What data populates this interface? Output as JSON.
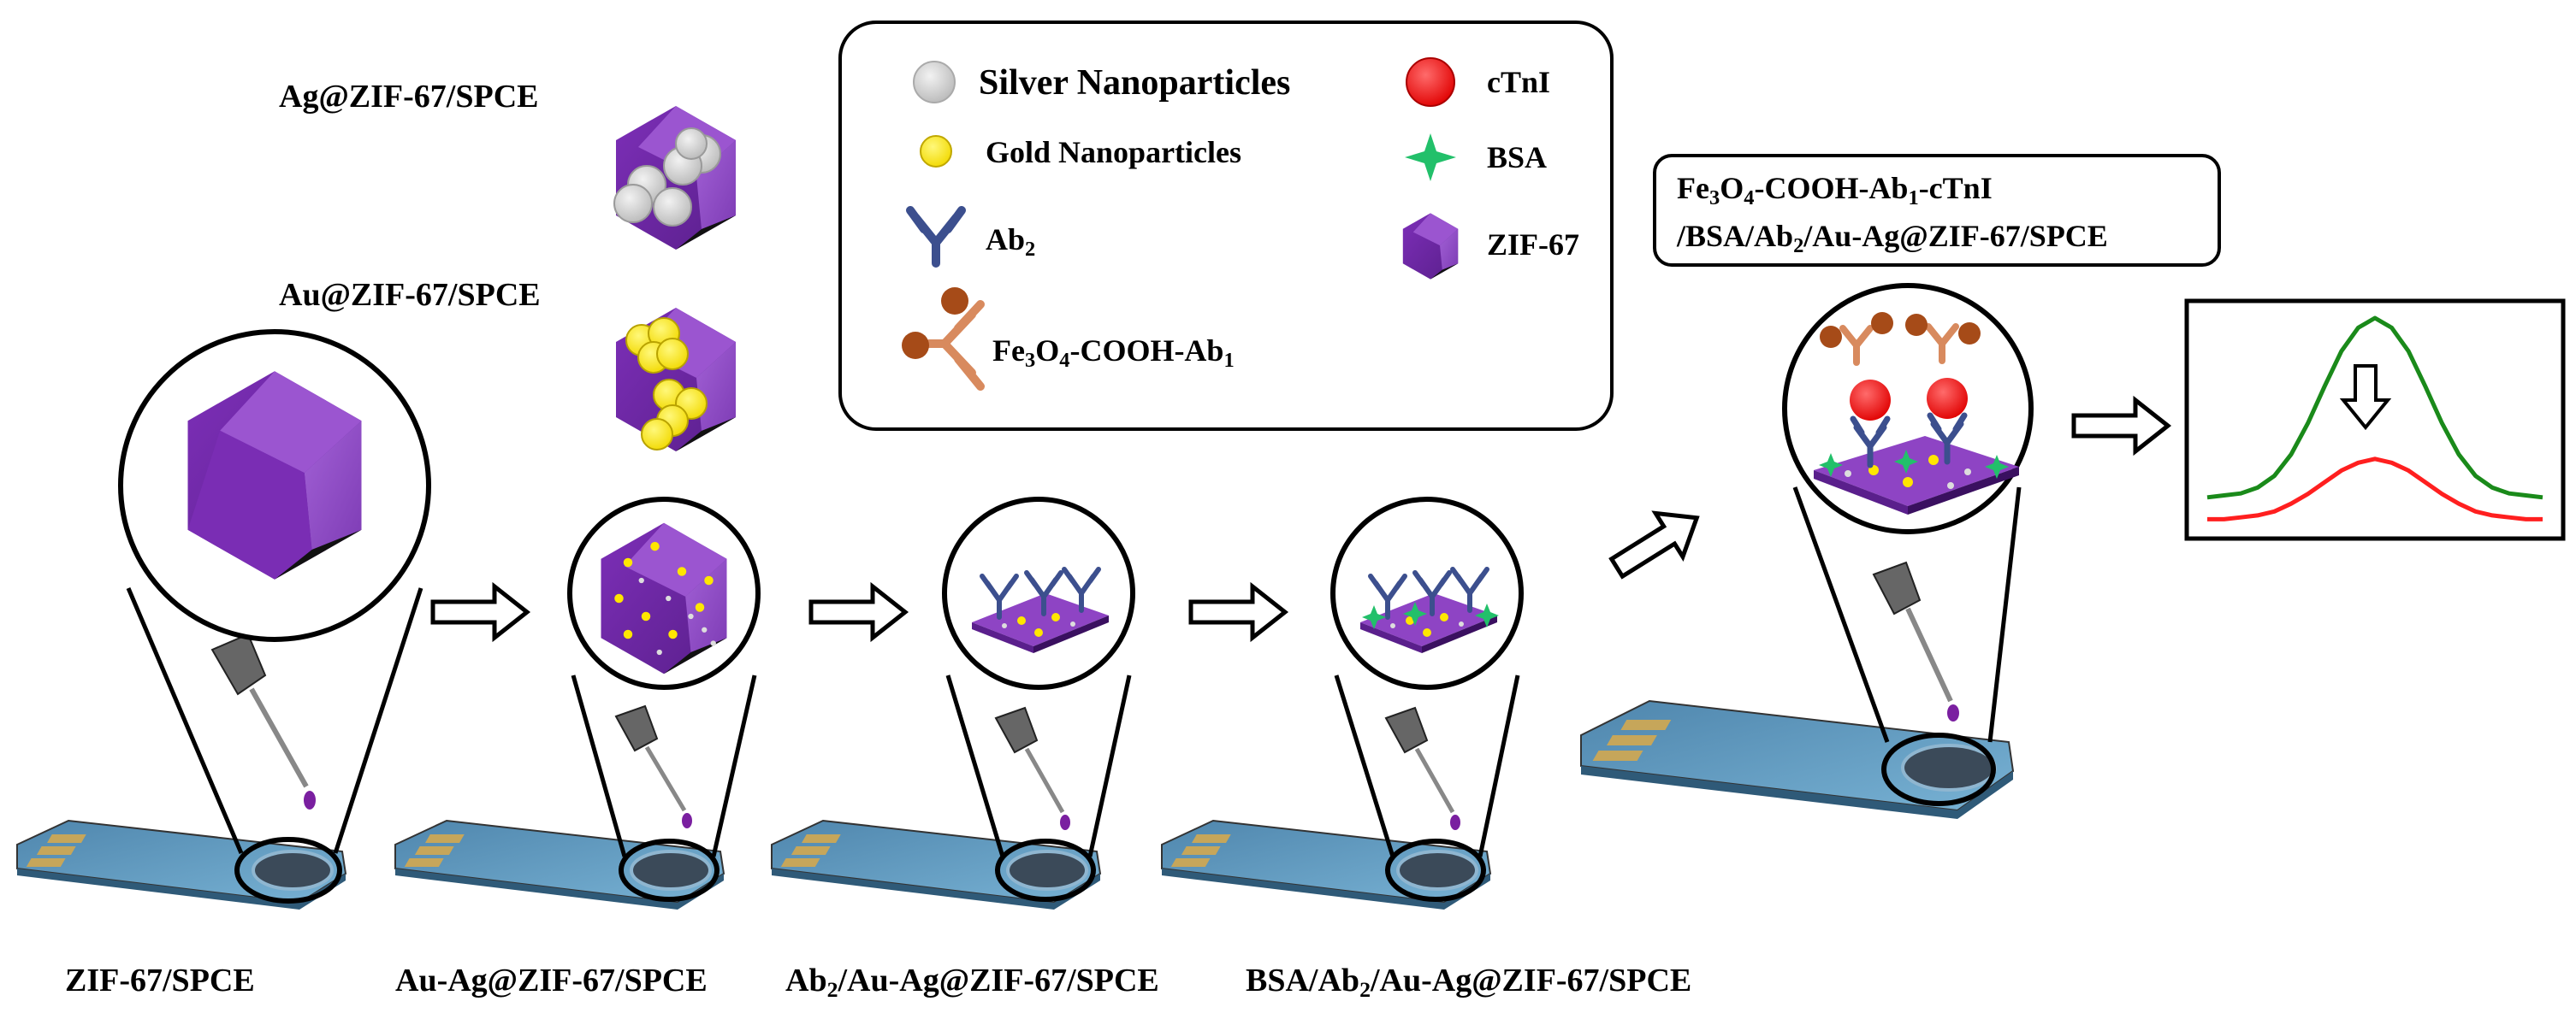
{
  "colors": {
    "zif_purple": "#8e44c4",
    "zif_dark": "#5b2488",
    "zif_black": "#111111",
    "silver": "#cfcfcf",
    "gold": "#ffe600",
    "ab2_blue": "#3c4f8e",
    "ab1_orange": "#d88a5e",
    "fe3o4_brown": "#a64b18",
    "ctni_red": "#ff1010",
    "bsa_green": "#22c06a",
    "curve_green": "#1a8a1a",
    "curve_red": "#ff1f1f",
    "electrode_blue": "#5a98c0"
  },
  "labels": {
    "ag_zif": "Ag@ZIF-67/SPCE",
    "au_zif": "Au@ZIF-67/SPCE",
    "step1": "ZIF-67/SPCE",
    "step2": "Au-Ag@ZIF-67/SPCE",
    "step3_prefix": "Ab",
    "step3_sub": "2",
    "step3_suffix": "/Au-Ag@ZIF-67/SPCE",
    "step4_prefix": "BSA/Ab",
    "step4_sub": "2",
    "step4_suffix": "/Au-Ag@ZIF-67/SPCE"
  },
  "legend": {
    "silver": "Silver Nanoparticles",
    "gold": "Gold Nanoparticles",
    "ab2_main": "Ab",
    "ab2_sub": "2",
    "fe_part1": "Fe",
    "fe_sub1": "3",
    "fe_part2": "O",
    "fe_sub2": "4",
    "fe_part3": "-COOH-Ab",
    "fe_sub3": "1",
    "ctni": "cTnI",
    "bsa": "BSA",
    "zif": "ZIF-67"
  },
  "final": {
    "l1_a": "Fe",
    "l1_s1": "3",
    "l1_b": "O",
    "l1_s2": "4",
    "l1_c": "-COOH-Ab",
    "l1_s3": "1",
    "l1_d": "-cTnI",
    "l2_a": "/BSA/Ab",
    "l2_s1": "2",
    "l2_b": "/Au-Ag@ZIF-67/SPCE"
  },
  "chart_data": {
    "type": "line",
    "title": "",
    "xlabel": "",
    "ylabel": "",
    "grid": false,
    "x": [
      0,
      0.05,
      0.1,
      0.15,
      0.2,
      0.25,
      0.3,
      0.35,
      0.4,
      0.45,
      0.5,
      0.55,
      0.6,
      0.65,
      0.7,
      0.75,
      0.8,
      0.85,
      0.9,
      0.95,
      1.0
    ],
    "series": [
      {
        "values": [
          0.08,
          0.09,
          0.1,
          0.13,
          0.19,
          0.3,
          0.46,
          0.65,
          0.83,
          0.95,
          1.0,
          0.95,
          0.83,
          0.65,
          0.46,
          0.3,
          0.19,
          0.13,
          0.1,
          0.09,
          0.08
        ]
      },
      {
        "values": [
          0.02,
          0.02,
          0.03,
          0.04,
          0.06,
          0.1,
          0.15,
          0.21,
          0.27,
          0.31,
          0.33,
          0.31,
          0.27,
          0.21,
          0.15,
          0.1,
          0.06,
          0.04,
          0.03,
          0.02,
          0.02
        ]
      }
    ]
  }
}
